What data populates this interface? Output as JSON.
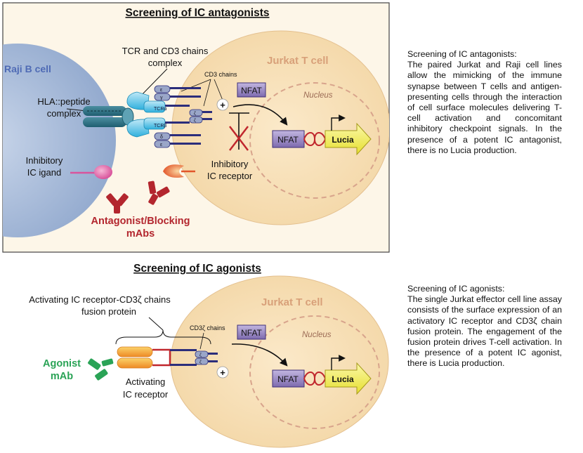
{
  "top_panel": {
    "title": "Screening of IC antagonists",
    "raji_label": "Raji B cell",
    "hla_label_line1": "HLA::peptide",
    "hla_label_line2": "complex",
    "tcr_label_line1": "TCR and CD3 chains",
    "tcr_label_line2": "complex",
    "cd3_chains_label": "CD3 chains",
    "jurkat_label": "Jurkat T cell",
    "nucleus_label": "Nucleus",
    "nfat_label": "NFAT",
    "nfat_dna_label": "NFAT",
    "lucia_label": "Lucia",
    "plus_sign": "+",
    "tcr_alpha": "TCRα",
    "tcr_beta": "TCRβ",
    "cd3_subunits": [
      "ε",
      "γ",
      "ζ",
      "ζ",
      "δ",
      "ε"
    ],
    "inhibitory_ligand_line1": "Inhibitory",
    "inhibitory_ligand_line2": "IC igand",
    "inhibitory_receptor_line1": "Inhibitory",
    "inhibitory_receptor_line2": "IC receptor",
    "mabs_line1": "Antagonist/Blocking",
    "mabs_line2": "mAbs"
  },
  "bottom_panel": {
    "title": "Screening of IC agonists",
    "fusion_label_line1": "Activating IC receptor-CD3ζ chains",
    "fusion_label_line2": "fusion protein",
    "cd3z_label": "CD3ζ chains",
    "jurkat_label": "Jurkat T cell",
    "nucleus_label": "Nucleus",
    "nfat_label": "NFAT",
    "nfat_dna_label": "NFAT",
    "lucia_label": "Lucia",
    "plus_sign": "+",
    "cd3_subunits": [
      "ζ",
      "ζ"
    ],
    "agonist_line1": "Agonist",
    "agonist_line2": "mAb",
    "activating_line1": "Activating",
    "activating_line2": "IC receptor"
  },
  "side_text": {
    "antagonists_heading": "Screening of IC antagonists:",
    "antagonists_body": "The paired Jurkat and Raji cell lines allow the mimicking of the immune synapse between T cells and antigen-presenting cells through the interaction of cell surface molecules delivering T-cell activation and concomitant inhibitory checkpoint signals. In the presence of a potent IC antagonist, there is no Lucia production.",
    "agonists_heading": "Screening of IC agonists:",
    "agonists_body": "The single Jurkat effector cell line assay consists of the surface expression of an activatory IC receptor and CD3ζ chain fusion protein. The engagement of the fusion protein drives T-cell activation. In the presence of a potent IC agonist, there is Lucia production."
  },
  "colors": {
    "panel_bg": "#fdf6e8",
    "jurkat_fill": "#f6ddb2",
    "jurkat_label": "#d9a679",
    "raji_fill": "#9fb4d4",
    "raji_label": "#5b76b8",
    "nfat_fill": "#9a8ac2",
    "lucia_fill": "#f4ef5a",
    "antibody_red": "#b3262e",
    "agonist_green": "#2aa356",
    "cd3_navy": "#2b2d7b",
    "tcr_cyan": "#4dc3e8",
    "ligand_pink": "#e676b0"
  }
}
